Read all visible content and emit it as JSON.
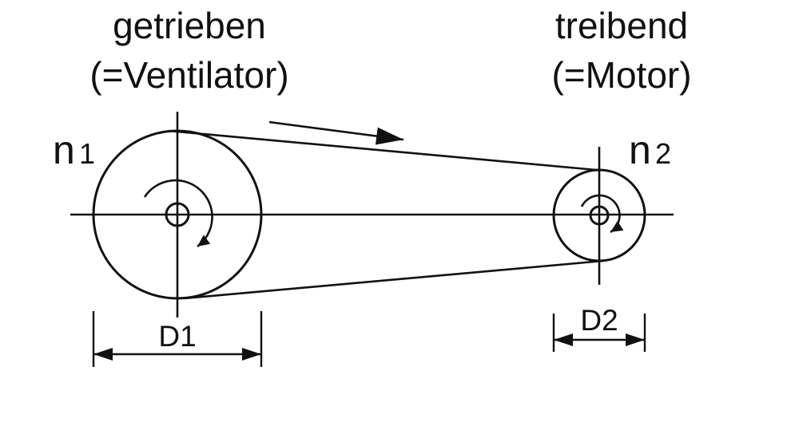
{
  "diagram": {
    "left_pulley": {
      "title": "getrieben",
      "subtitle": "(=Ventilator)",
      "speed_symbol": "n",
      "speed_index": "1",
      "diameter_label": "D1"
    },
    "right_pulley": {
      "title": "treibend",
      "subtitle": "(=Motor)",
      "speed_symbol": "n",
      "speed_index": "2",
      "diameter_label": "D2"
    },
    "colors": {
      "line": "#111111",
      "background": "#ffffff"
    }
  }
}
